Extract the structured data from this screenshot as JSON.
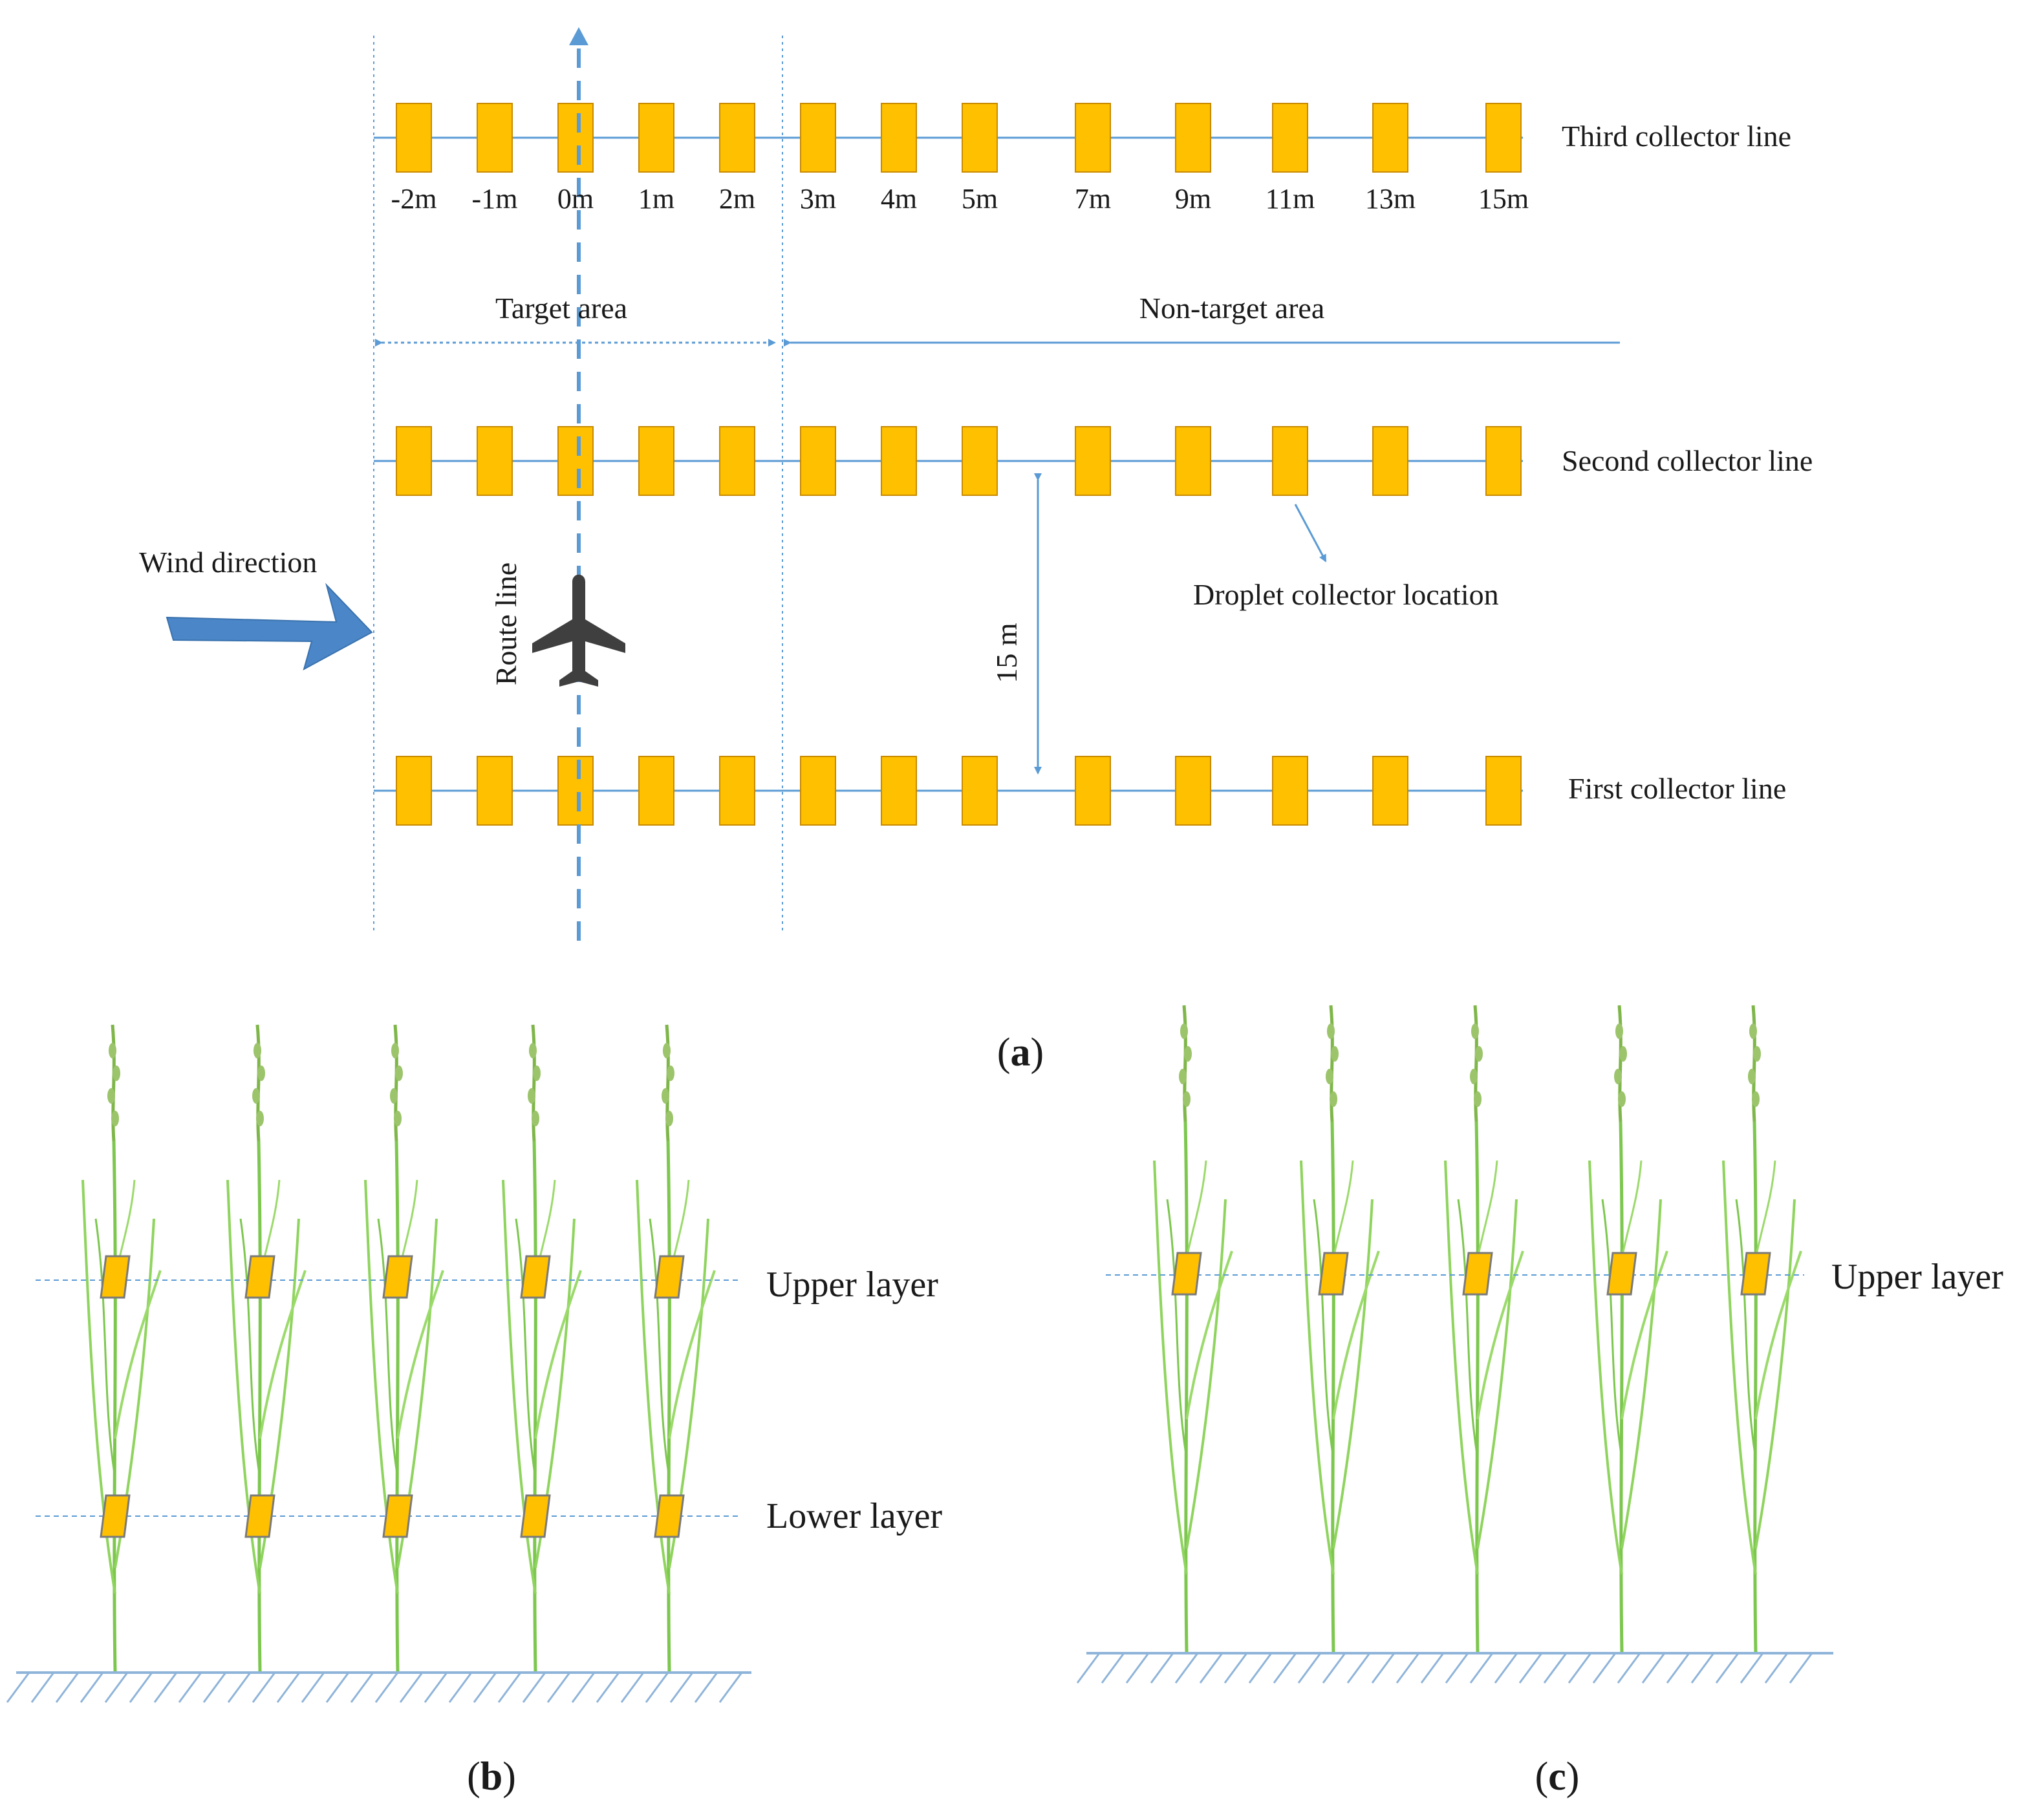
{
  "panel_a": {
    "tick_labels": [
      "-2m",
      "-1m",
      "0m",
      "1m",
      "2m",
      "3m",
      "4m",
      "5m",
      "7m",
      "9m",
      "11m",
      "13m",
      "15m"
    ],
    "lines": [
      {
        "label": "Third collector line"
      },
      {
        "label": "Second collector line"
      },
      {
        "label": "First collector line"
      }
    ],
    "target_area": "Target area",
    "non_target_area": "Non-target area",
    "wind_direction": "Wind direction",
    "route_line": "Route line",
    "spacing": "15 m",
    "collector_location": "Droplet collector location",
    "caption": {
      "open": "(",
      "letter": "a",
      "close": ")"
    }
  },
  "panel_b": {
    "upper_layer": "Upper layer",
    "lower_layer": "Lower layer",
    "caption": {
      "open": "(",
      "letter": "b",
      "close": ")"
    }
  },
  "panel_c": {
    "upper_layer": "Upper layer",
    "caption": {
      "open": "(",
      "letter": "c",
      "close": ")"
    }
  },
  "colors": {
    "collector": "#FFC000",
    "collector_border": "#C88A00",
    "line_blue": "#5B9BD5",
    "wind_arrow": "#4A86C8",
    "aircraft": "#3F3F3F",
    "plant": "#7DC74F",
    "ground": "#8FB4D9"
  }
}
